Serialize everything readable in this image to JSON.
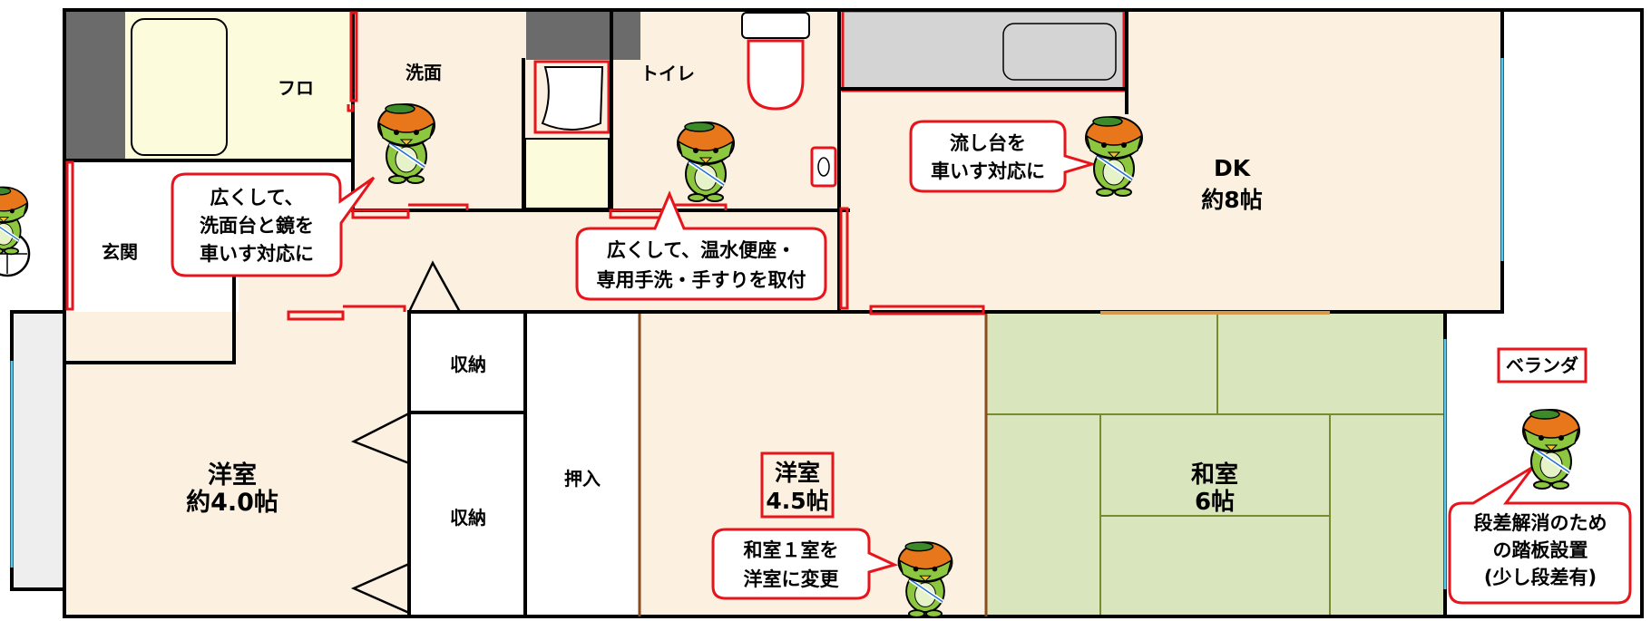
{
  "rooms": {
    "bath": "フロ",
    "washroom": "洗面",
    "toilet": "トイレ",
    "entrance": "玄関",
    "dk_name": "DK",
    "dk_size": "約8帖",
    "storage_upper": "収納",
    "storage_lower": "収納",
    "closet": "押入",
    "western_left_name": "洋室",
    "western_left_size": "約4.0帖",
    "western_center_name": "洋室",
    "western_center_size": "4.5帖",
    "japanese_name": "和室",
    "japanese_size": "6帖",
    "veranda": "ベランダ"
  },
  "callouts": {
    "washroom": [
      "広くして、",
      "洗面台と鏡を",
      "車いす対応に"
    ],
    "toilet": [
      "広くして、温水便座・",
      "専用手洗・手すりを取付"
    ],
    "sink": [
      "流し台を",
      "車いす対応に"
    ],
    "room_change": [
      "和室１室を",
      "洋室に変更"
    ],
    "veranda": [
      "段差解消のため",
      "の踏板設置",
      "(少し段差有)"
    ]
  },
  "colors": {
    "wall": "#000000",
    "floor": "#fcf1e0",
    "tatami": "#d9e6bd",
    "tatami_line": "#7a8a2e",
    "highlight": "#e8141b",
    "gray_block": "#6b6b6b",
    "tub_fill": "#fcfcdc",
    "window": "#56c8ee",
    "mascot_orange": "#e8771c",
    "mascot_green": "#8dc63f"
  }
}
